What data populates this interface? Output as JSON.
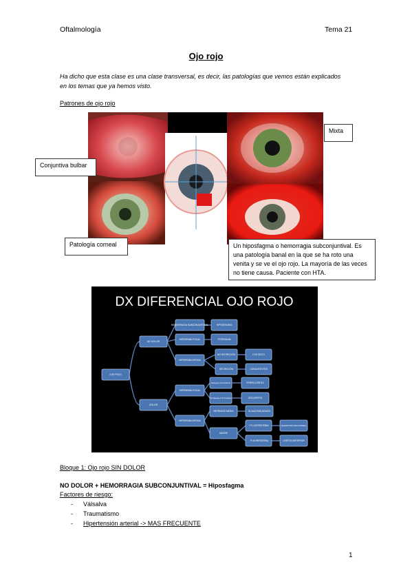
{
  "header": {
    "left": "Oftalmología",
    "right": "Tema 21"
  },
  "title": "Ojo rojo",
  "intro": "Ha dicho que esta clase es una clase transversal, es decir, las patologías que vemos están explicados en los temas que ya hemos visto.",
  "patterns_heading": "Patrones de ojo rojo",
  "callouts": {
    "mixta": "Mixta",
    "conjuntiva": "Conjuntiva bulbar",
    "corneal": "Patología corneal",
    "hiposfagma": "Un hiposfagma o hemorragia subconjuntival. Es una patología banal en la que se ha roto una venita y se ve el ojo rojo. La mayoría de las veces no tiene causa. Paciente con HTA."
  },
  "diagram": {
    "title": "DX DIFERENCIAL OJO ROJO",
    "root": "OJO ROJO",
    "no_dolor": "NO DOLOR",
    "dolor": "DOLOR",
    "hemorragia": "HEMORRAGIA SUBCONJUNTIVAL",
    "hiposfagma": "HIPOSFAGMA",
    "hiperemia_focal_1": "HIPEREMIA FOCAL",
    "pterigium": "PTERIGIUM",
    "hiperemia_difusa_1": "HIPEREMIA DIFUSA",
    "no_secrecion": "NO SECRECIÓN",
    "ojo_seco": "OJO SECO",
    "secrecion": "SECRECIÓN",
    "conjuntivitis": "CONJUNTIVITIS",
    "hiperemia_focal_2": "HIPEREMIA FOCAL",
    "blanquea_si": "Blanquea 1:1% fenilefrina",
    "epiescleritis": "EPIESCLERITIS",
    "blanquea_no": "No blanquea 1:1% fenilefrina",
    "escleritis": "ESCLERITIS",
    "hiperemia_difusa_2": "HIPEREMIA DIFUSA",
    "midriasis_media": "MIDRIASIS MEDIA",
    "glaucoma": "GLAUCOMA AGUDO",
    "miosis": "MIOSIS",
    "fluoresceina_pos": "+ FLUORESCEÍNA",
    "queratitis": "QUERATITIS/ÚLCERA CORNEAL",
    "fluoresceina_neg": "- FLUORESCEÍNA",
    "uveitis": "UVEÍTIS ANTERIOR"
  },
  "block1": {
    "heading": "Bloque 1: Ojo rojo SIN DOLOR",
    "equation": "NO DOLOR + HEMORRAGIA SUBCONJUNTIVAL = Hiposfagma",
    "risk_heading": "Factores de riesgo:",
    "risks": [
      "Válsalva",
      "Traumatismo",
      "Hipertensión arterial -> MAS FRECUENTE"
    ]
  },
  "page_number": "1",
  "colors": {
    "node_fill": "#4a77b4",
    "node_stroke": "#a9c3e6",
    "connector": "#5b82bd",
    "diagram_bg": "#000000"
  }
}
